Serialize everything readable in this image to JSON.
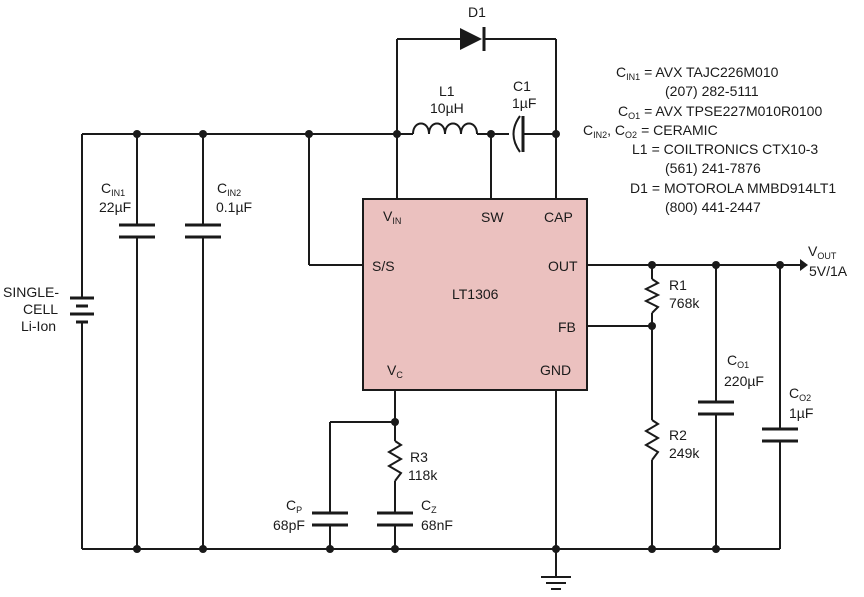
{
  "colors": {
    "ic_fill": "#ebc1bf",
    "wire": "#1a1a1a",
    "background": "#ffffff"
  },
  "ic": {
    "name": "LT1306",
    "pins": {
      "vin_main": "V",
      "vin_sub": "IN",
      "sw": "SW",
      "cap": "CAP",
      "ss": "S/S",
      "out": "OUT",
      "fb": "FB",
      "vc_main": "V",
      "vc_sub": "C",
      "gnd": "GND"
    }
  },
  "battery": {
    "line1": "SINGLE-",
    "line2": "CELL",
    "line3": "Li-Ion"
  },
  "components": {
    "d1": {
      "name": "D1"
    },
    "l1": {
      "name": "L1",
      "value": "10µH"
    },
    "c1": {
      "name": "C1",
      "value": "1µF"
    },
    "cin1": {
      "name_main": "C",
      "name_sub": "IN1",
      "value": "22µF"
    },
    "cin2": {
      "name_main": "C",
      "name_sub": "IN2",
      "value": "0.1µF"
    },
    "r1": {
      "name": "R1",
      "value": "768k"
    },
    "r2": {
      "name": "R2",
      "value": "249k"
    },
    "r3": {
      "name": "R3",
      "value": "118k"
    },
    "co1": {
      "name_main": "C",
      "name_sub": "O1",
      "value": "220µF"
    },
    "co2": {
      "name_main": "C",
      "name_sub": "O2",
      "value": "1µF"
    },
    "cp": {
      "name_main": "C",
      "name_sub": "P",
      "value": "68pF"
    },
    "cz": {
      "name_main": "C",
      "name_sub": "Z",
      "value": "68nF"
    }
  },
  "output": {
    "label_main": "V",
    "label_sub": "OUT",
    "value": "5V/1A"
  },
  "notes": {
    "cin1": {
      "ref_main": "C",
      "ref_sub": "IN1",
      "text": "= AVX TAJC226M010",
      "phone": "(207) 282-5111"
    },
    "co1": {
      "ref_main": "C",
      "ref_sub": "O1",
      "text": "= AVX TPSE227M010R0100"
    },
    "cin2co2": {
      "ref1_main": "C",
      "ref1_sub": "IN2",
      "sep": ", ",
      "ref2_main": "C",
      "ref2_sub": "O2",
      "text": "= CERAMIC"
    },
    "l1": {
      "ref": "L1",
      "text": "= COILTRONICS CTX10-3",
      "phone": "(561) 241-7876"
    },
    "d1": {
      "ref": "D1",
      "text": "= MOTOROLA MMBD914LT1",
      "phone": "(800) 441-2447"
    }
  }
}
